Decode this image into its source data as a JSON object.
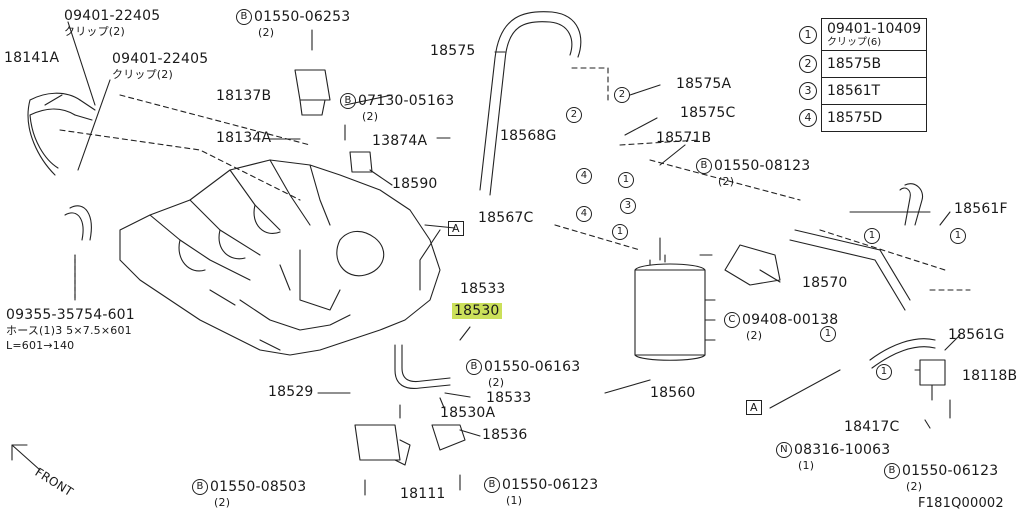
{
  "labels": {
    "p09401_22405_a": "09401-22405",
    "p09401_22405_a_sub": "クリップ(2)",
    "p01550_06253": "01550-06253",
    "p01550_06253_sub": "(2)",
    "p18575": "18575",
    "p18141a": "18141A",
    "p09401_22405_b": "09401-22405",
    "p09401_22405_b_sub": "クリップ(2)",
    "p18137b": "18137B",
    "p07130_05163": "07130-05163",
    "p07130_05163_sub": "(2)",
    "p18575a": "18575A",
    "p18575c": "18575C",
    "p18134a": "18134A",
    "p13874a": "13874A",
    "p18568g": "18568G",
    "p18571b": "18571B",
    "p01550_08123": "01550-08123",
    "p01550_08123_sub": "(2)",
    "p18590": "18590",
    "p18567c": "18567C",
    "p18561f": "18561F",
    "p09355": "09355-35754-601",
    "p09355_sub1": "ホース(1)3 5×7.5×601",
    "p09355_sub2": "L=601→140",
    "p18533_a": "18533",
    "p18530": "18530",
    "p18570": "18570",
    "p09408_00138": "09408-00138",
    "p09408_00138_sub": "(2)",
    "p18561g": "18561G",
    "p01550_06163": "01550-06163",
    "p01550_06163_sub": "(2)",
    "p18529": "18529",
    "p18533_b": "18533",
    "p18530a": "18530A",
    "p18560": "18560",
    "p18118b": "18118B",
    "p18536": "18536",
    "p18417c": "18417C",
    "p08316_10063": "08316-10063",
    "p08316_10063_sub": "(1)",
    "p01550_08503": "01550-08503",
    "p01550_08503_sub": "(2)",
    "p18111": "18111",
    "p01550_06123_a": "01550-06123",
    "p01550_06123_a_sub": "(1)",
    "p01550_06123_b": "01550-06123",
    "p01550_06123_b_sub": "(2)",
    "front": "FRONT",
    "ref_a1": "A",
    "ref_a2": "A",
    "fig_code": "F181Q00002"
  },
  "markers": {
    "b": "B",
    "c": "C",
    "n": "N",
    "m1": "1",
    "m2": "2",
    "m3": "3",
    "m4": "4"
  },
  "legend": [
    {
      "key": "1",
      "part": "09401-10409",
      "note": "クリップ(6)"
    },
    {
      "key": "2",
      "part": "18575B",
      "note": ""
    },
    {
      "key": "3",
      "part": "18561T",
      "note": ""
    },
    {
      "key": "4",
      "part": "18575D",
      "note": ""
    }
  ]
}
